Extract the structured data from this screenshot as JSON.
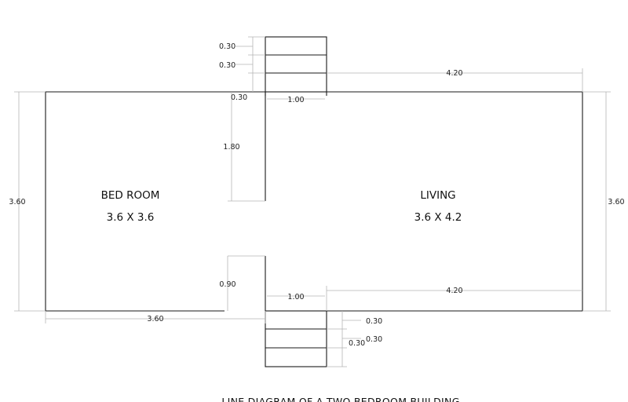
{
  "rooms": {
    "bedroom": {
      "name": "BED ROOM",
      "size": "3.6 X 3.6"
    },
    "living": {
      "name": "LIVING",
      "size": "3.6 X 4.2"
    }
  },
  "dimensions": {
    "top_step_1": "0.30",
    "top_step_2": "0.30",
    "top_step_3": "0.30",
    "top_opening": "1.00",
    "top_living_width": "4.20",
    "bedroom_wall_upper": "1.80",
    "left_height": "3.60",
    "right_height": "3.60",
    "bedroom_wall_lower": "0.90",
    "bottom_opening": "1.00",
    "bottom_living_width": "4.20",
    "bedroom_width": "3.60",
    "bottom_step_1": "0.30",
    "bottom_step_2": "0.30",
    "bottom_step_3": "0.30"
  },
  "caption": "LINE DIAGRAM OF A TWO BEDROOM BUILDING"
}
